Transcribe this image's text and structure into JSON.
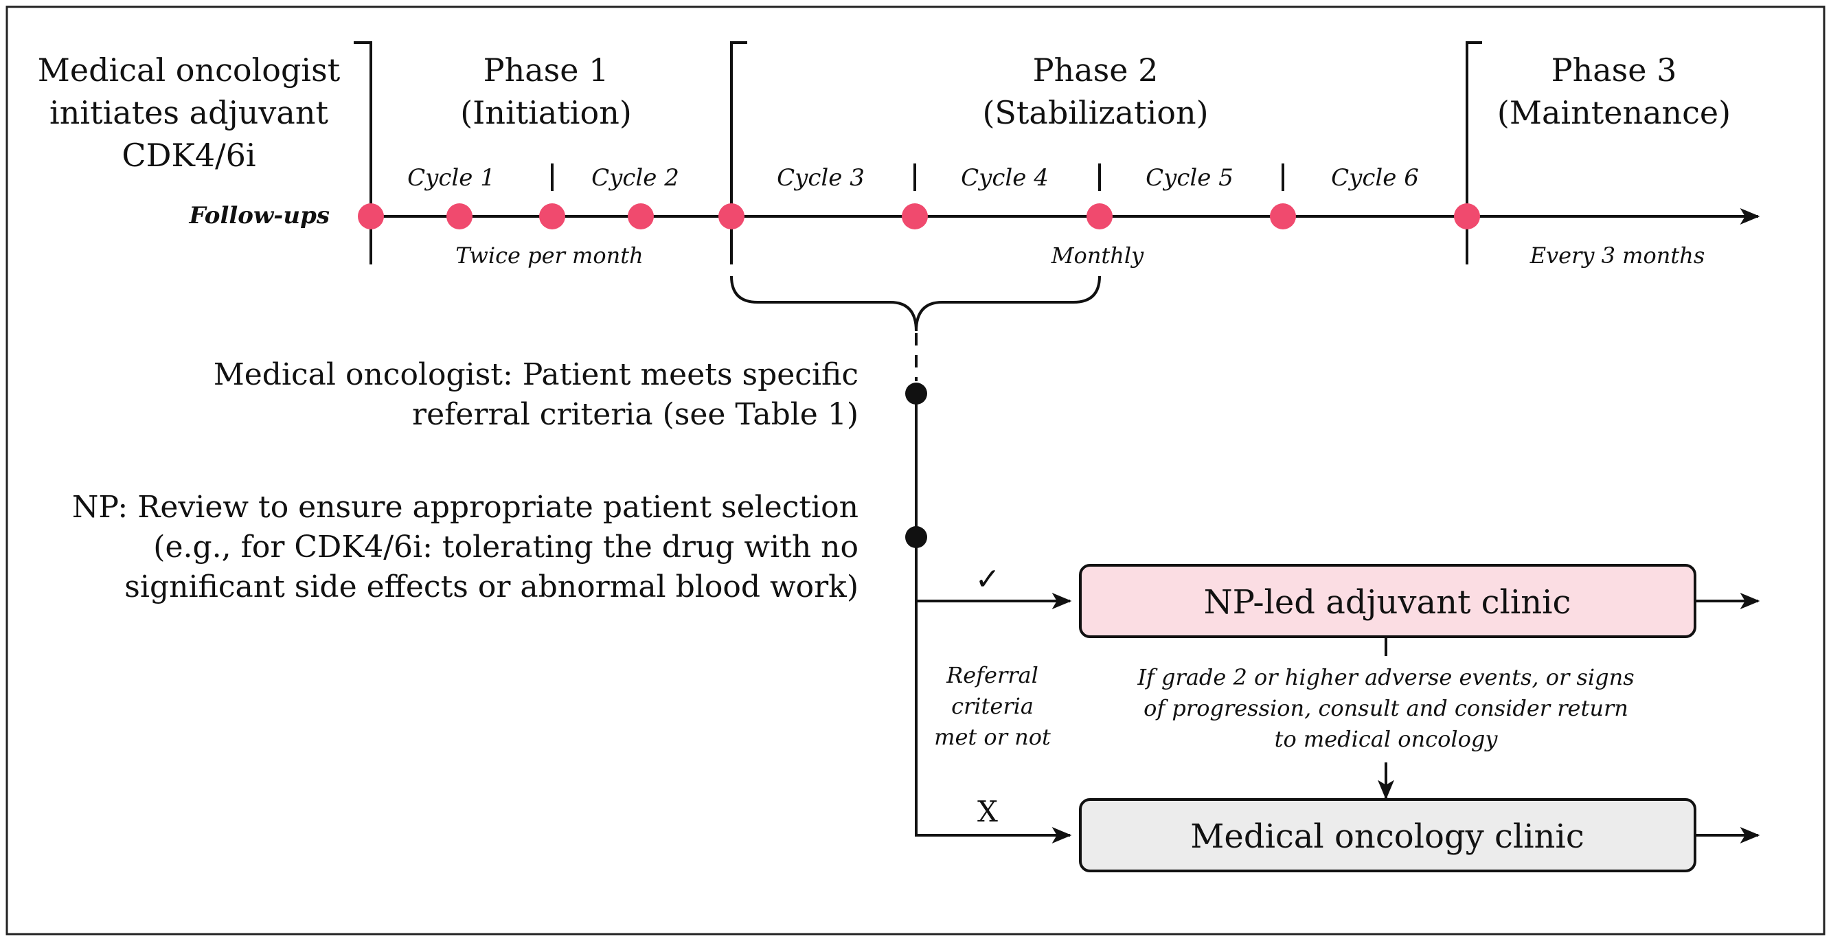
{
  "colors": {
    "followup_dot": "#f04a6e",
    "followup_label": "#e8557a",
    "np_box_fill": "#fbdde3",
    "med_box_fill": "#ececec",
    "line": "#111111"
  },
  "header": {
    "initiator_lines": [
      "Medical oncologist",
      "initiates adjuvant",
      "CDK4/6i"
    ],
    "followups_label": "Follow-ups"
  },
  "phases": [
    {
      "title": "Phase 1",
      "subtitle": "(Initiation)"
    },
    {
      "title": "Phase 2",
      "subtitle": "(Stabilization)"
    },
    {
      "title": "Phase 3",
      "subtitle": "(Maintenance)"
    }
  ],
  "cycles": [
    "Cycle 1",
    "Cycle 2",
    "Cycle 3",
    "Cycle 4",
    "Cycle 5",
    "Cycle 6"
  ],
  "frequencies": [
    "Twice per month",
    "Monthly",
    "Every 3 months"
  ],
  "steps": {
    "referral_lines": [
      "Medical oncologist:  Patient meets specific",
      "referral criteria (see Table 1)"
    ],
    "review_lines": [
      "NP: Review to ensure appropriate patient selection",
      "(e.g., for CDK4/6i: tolerating the drug with no",
      "significant side effects or abnormal blood work)"
    ]
  },
  "branches": {
    "yes_mark": "✓",
    "no_mark": "X",
    "criteria_lines": [
      "Referral",
      "criteria",
      "met or not"
    ]
  },
  "boxes": {
    "np_clinic": "NP-led adjuvant clinic",
    "med_clinic": "Medical oncology clinic"
  },
  "escalation_lines": [
    "If grade 2 or higher adverse events, or signs",
    "of progression, consult and consider return",
    "to medical oncology"
  ]
}
